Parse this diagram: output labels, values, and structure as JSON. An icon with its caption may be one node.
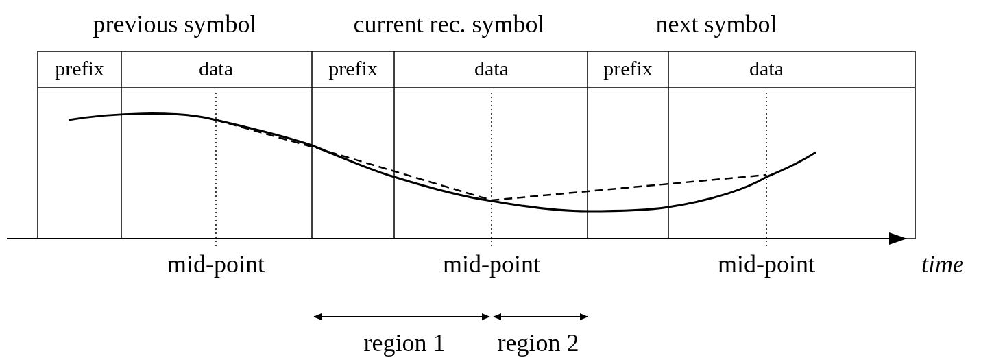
{
  "diagram": {
    "labels": [
      "previous symbol",
      "current rec. symbol",
      "next symbol",
      "prefix",
      "data",
      "prefix",
      "data",
      "prefix",
      "data",
      "mid-point",
      "mid-point",
      "mid-point",
      "time",
      "region 1",
      "region 2"
    ]
  }
}
